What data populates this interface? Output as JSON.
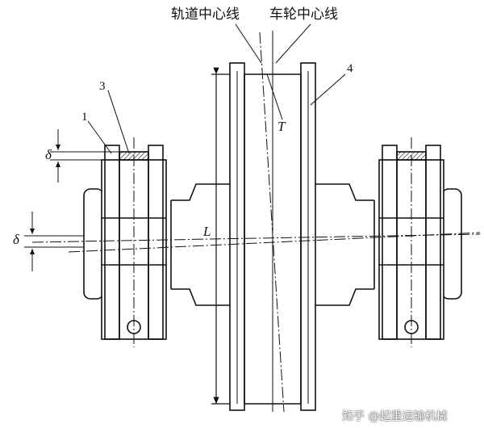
{
  "labels": {
    "track_centerline": "轨道中心线",
    "wheel_centerline": "车轮中心线",
    "part_1": "1",
    "part_3": "3",
    "part_4": "4",
    "skew_T": "T",
    "distance_L": "L",
    "delta_upper": "δ",
    "delta_left": "δ"
  },
  "watermark": "知乎 @起重运输机械",
  "colors": {
    "line": "#111111",
    "hatch": "#111111",
    "background": "#ffffff"
  }
}
